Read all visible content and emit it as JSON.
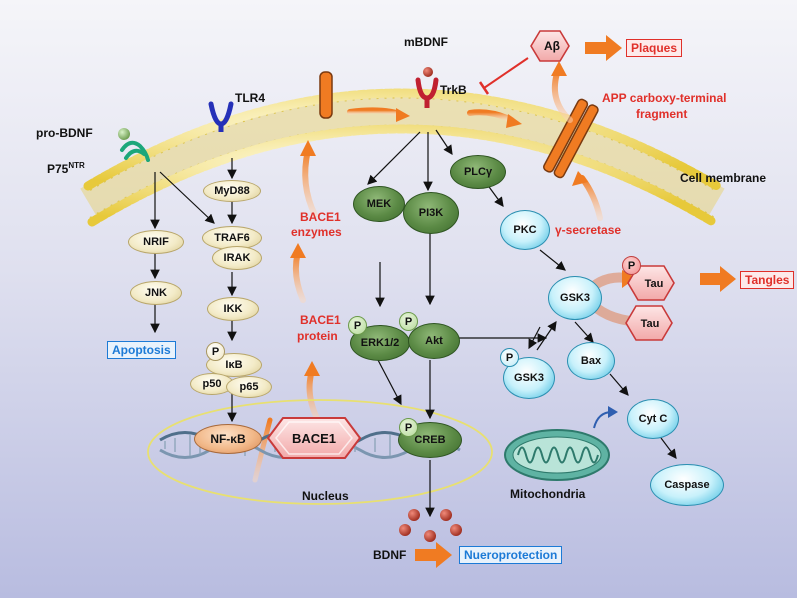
{
  "labels": {
    "mbdnf": "mBDNF",
    "trkb": "TrkB",
    "tlr4": "TLR4",
    "pro_bdnf": "pro-BDNF",
    "p75": "P75",
    "p75_sup": "NTR",
    "abeta": "Aβ",
    "plaques": "Plaques",
    "app_fragment_line1": "APP carboxy-terminal",
    "app_fragment_line2": "fragment",
    "cell_membrane": "Cell membrane",
    "gamma_secretase": "γ-secretase",
    "bace1_enzymes_line1": "BACE1",
    "bace1_enzymes_line2": "enzymes",
    "bace1_protein_line1": "BACE1",
    "bace1_protein_line2": "protein",
    "apoptosis": "Apoptosis",
    "nucleus": "Nucleus",
    "mitochondria": "Mitochondria",
    "bdnf": "BDNF",
    "neuroprotection": "Nueroprotection",
    "tangles": "Tangles"
  },
  "nodes": {
    "myd88": "MyD88",
    "traf6": "TRAF6",
    "irak": "IRAK",
    "ikk": "IKK",
    "ikb": "IκB",
    "p50": "p50",
    "p65": "p65",
    "nfkb": "NF-κB",
    "bace1": "BACE1",
    "nrif": "NRIF",
    "jnk": "JNK",
    "mek": "MEK",
    "pi3k": "PI3K",
    "plcg": "PLCγ",
    "erk": "ERK1/2",
    "akt": "Akt",
    "creb": "CREB",
    "pkc": "PKC",
    "gsk3": "GSK3",
    "gsk3_p": "GSK3",
    "tau_p": "Tau",
    "tau": "Tau",
    "bax": "Bax",
    "cytc": "Cyt C",
    "caspase": "Caspase",
    "p": "P"
  },
  "colors": {
    "accent_red": "#e0302a",
    "accent_blue": "#1c7ad6",
    "orange_arrow": "#f07b22",
    "green_node": "#5b8a45",
    "cyan_node": "#3cb9dd",
    "tan_node": "#f3ebc8"
  }
}
